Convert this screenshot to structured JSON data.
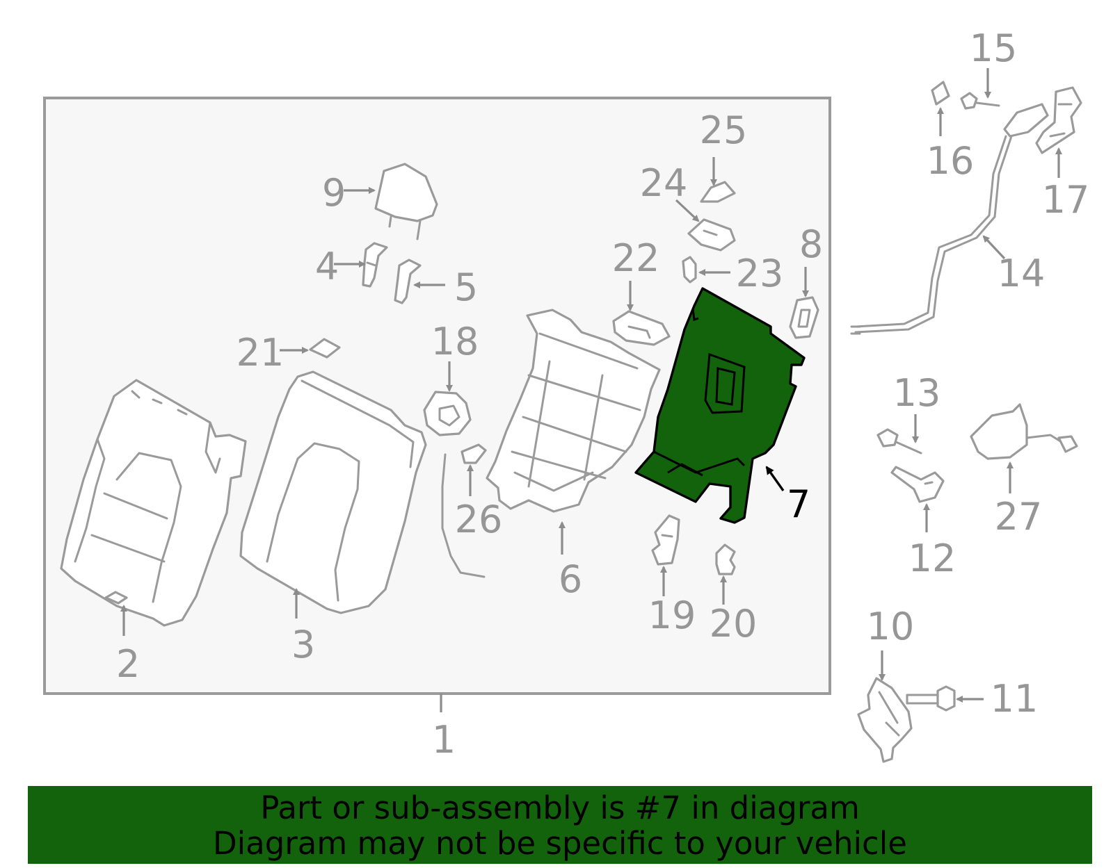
{
  "diagram": {
    "highlight_color": "#13620c",
    "highlighted_part": "7",
    "callouts": {
      "c1": "1",
      "c2": "2",
      "c3": "3",
      "c4": "4",
      "c5": "5",
      "c6": "6",
      "c7": "7",
      "c8": "8",
      "c9": "9",
      "c10": "10",
      "c11": "11",
      "c12": "12",
      "c13": "13",
      "c14": "14",
      "c15": "15",
      "c16": "16",
      "c17": "17",
      "c18": "18",
      "c19": "19",
      "c20": "20",
      "c21": "21",
      "c22": "22",
      "c23": "23",
      "c24": "24",
      "c25": "25",
      "c26": "26",
      "c27": "27"
    }
  },
  "banner": {
    "line1": "Part or sub-assembly is #7 in diagram",
    "line2": "Diagram may not be specific to your vehicle"
  }
}
